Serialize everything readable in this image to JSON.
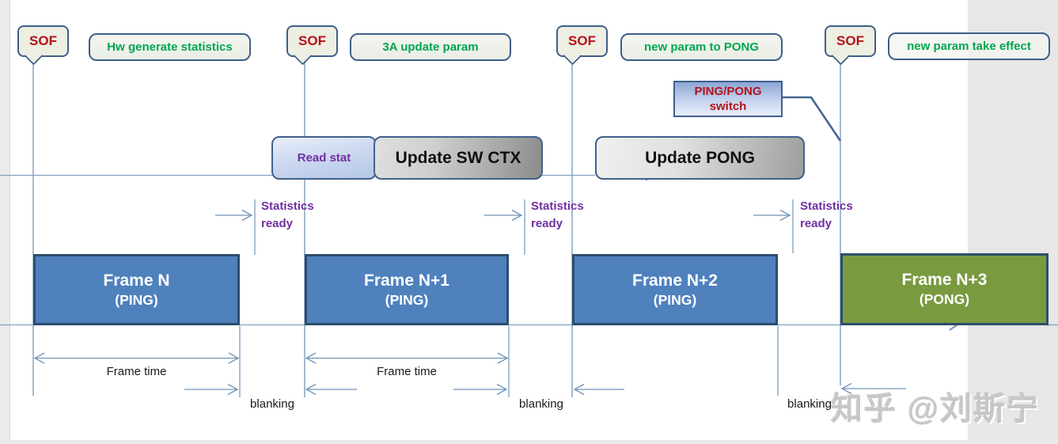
{
  "watermark": "知乎 @刘斯宁",
  "colors": {
    "ping_fill": "#4f81bd",
    "pong_fill": "#7a9a40",
    "box_border": "#3e5f8a",
    "frame_border": "#2d4d6e",
    "sof_text_red": "#b5121b",
    "event_text_green": "#00a64f",
    "stat_text_purple": "#7030a0",
    "timeline_line": "#7296b8",
    "sof_fill": "#edefe2",
    "page_side_bg": "#e7e7e7"
  },
  "sof_markers": [
    {
      "label": "SOF"
    },
    {
      "label": "SOF"
    },
    {
      "label": "SOF"
    },
    {
      "label": "SOF"
    }
  ],
  "event_labels": [
    "Hw generate statistics",
    "3A update param",
    "new param to PONG",
    "new param take effect"
  ],
  "tasks": {
    "read_stat": "Read stat",
    "update_sw_ctx": "Update SW CTX",
    "update_pong": "Update PONG",
    "switch_line1": "PING/PONG",
    "switch_line2": "switch"
  },
  "stats_ready": {
    "line1": "Statistics",
    "line2": "ready"
  },
  "frames": [
    {
      "title": "Frame N",
      "subtitle": "(PING)"
    },
    {
      "title": "Frame N+1",
      "subtitle": "(PING)"
    },
    {
      "title": "Frame N+2",
      "subtitle": "(PING)"
    },
    {
      "title": "Frame N+3",
      "subtitle": "(PONG)"
    }
  ],
  "measurements": {
    "frame_time": "Frame time",
    "blanking": "blanking"
  }
}
